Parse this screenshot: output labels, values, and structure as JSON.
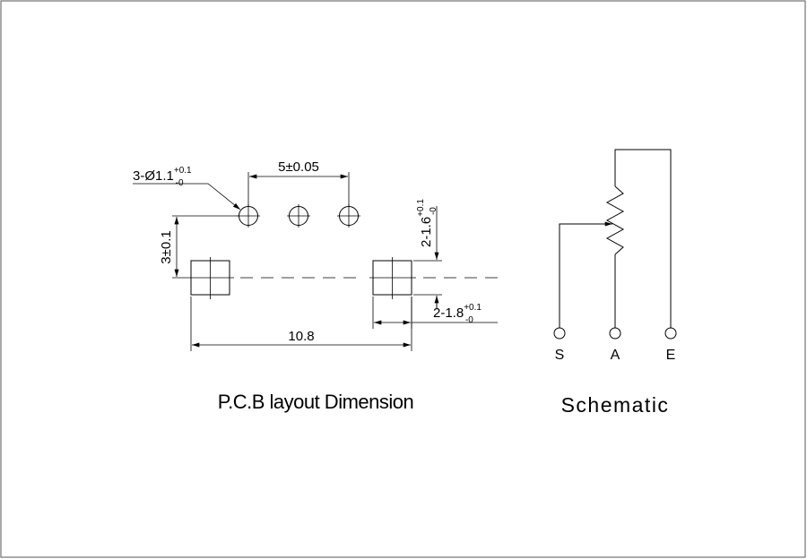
{
  "pcb": {
    "title": "P.C.B layout Dimension",
    "hole_label": "3-Ø1.1",
    "hole_tol_upper": "+0.1",
    "hole_tol_lower": "-0",
    "pitch_label": "5±0.05",
    "height_label": "3±0.1",
    "span_label": "10.8",
    "pad_height_label": "2-1.6",
    "pad_height_tol_upper": "+0.1",
    "pad_height_tol_lower": "-0",
    "pad_width_label": "2-1.8",
    "pad_width_tol_upper": "+0.1",
    "pad_width_tol_lower": "-0"
  },
  "schematic": {
    "title": "Schematic",
    "terminals": [
      "S",
      "A",
      "E"
    ]
  }
}
